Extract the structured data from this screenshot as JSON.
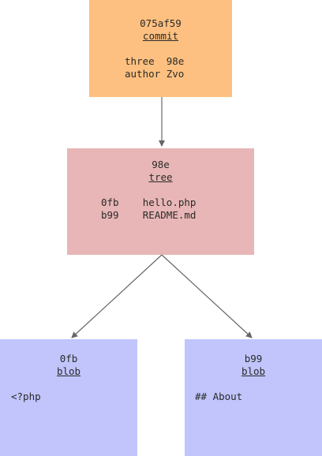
{
  "commit": {
    "hash": "075af59",
    "type": "commit",
    "fields": [
      {
        "key": "three",
        "value": "98e"
      },
      {
        "key": "author",
        "value": "Zvo"
      }
    ]
  },
  "tree": {
    "hash": "98e",
    "type": "tree",
    "entries": [
      {
        "hash": "0fb",
        "name": "hello.php"
      },
      {
        "hash": "b99",
        "name": "README.md"
      }
    ]
  },
  "blobs": [
    {
      "hash": "0fb",
      "type": "blob",
      "content": "<?php"
    },
    {
      "hash": "b99",
      "type": "blob",
      "content": "## About"
    }
  ],
  "colors": {
    "commit": "#fdc080",
    "tree": "#e8b6b6",
    "blob": "#c1c5fc",
    "edge": "#666666"
  }
}
